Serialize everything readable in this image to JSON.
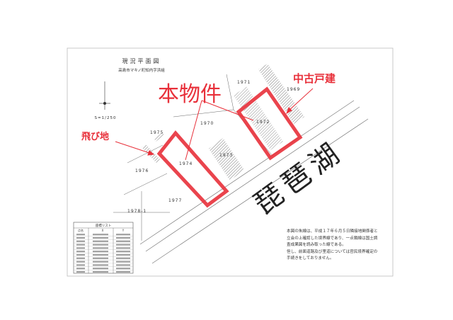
{
  "document": {
    "title": "現況平面図",
    "subtitle": "高島市マキノ町知内字浜組",
    "scale": "S=1/250"
  },
  "annotations": {
    "property": "本物件",
    "used_house": "中古戸建",
    "detached_lot": "飛び地",
    "lake": "琵琶湖"
  },
  "parcels": [
    "1971",
    "1969",
    "1972",
    "1970",
    "1975",
    "1973",
    "1974",
    "1976",
    "1977",
    "1978-1"
  ],
  "coordinate_table": {
    "title": "座標リスト",
    "headers": [
      "点名",
      "X",
      "Y"
    ]
  },
  "note": {
    "lines": [
      "本図の朱線は、平成１７年６月５日隣接地関係者と",
      "立会の上確認した境界線であり、一点鎖線は国土調",
      "査成果図を読み取った線である。",
      "但し、前面道路及び里道については官民境界確定の",
      "手続きをしておりません。"
    ]
  },
  "colors": {
    "highlight": "#e8303a",
    "ink": "#333333",
    "hatch": "#888888"
  }
}
